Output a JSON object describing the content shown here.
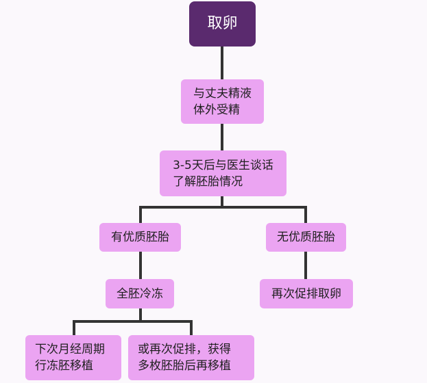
{
  "nodes": {
    "root": "取卵",
    "fertilization": "与丈夫精液\n体外受精",
    "consult": "3-5天后与医生谈话\n了解胚胎情况",
    "good_embryo": "有优质胚胎",
    "no_good_embryo": "无优质胚胎",
    "freeze_all": "全胚冷冻",
    "restimulate": "再次促排取卵",
    "next_cycle": "下次月经周期\n行冻胚移植",
    "more_embryos": "或再次促排，获得\n多枚胚胎后再移植"
  },
  "colors": {
    "root_fill": "#5a2a6e",
    "node_fill": "#eba4f2",
    "connector": "#333333",
    "background": "#fbf8fc"
  }
}
